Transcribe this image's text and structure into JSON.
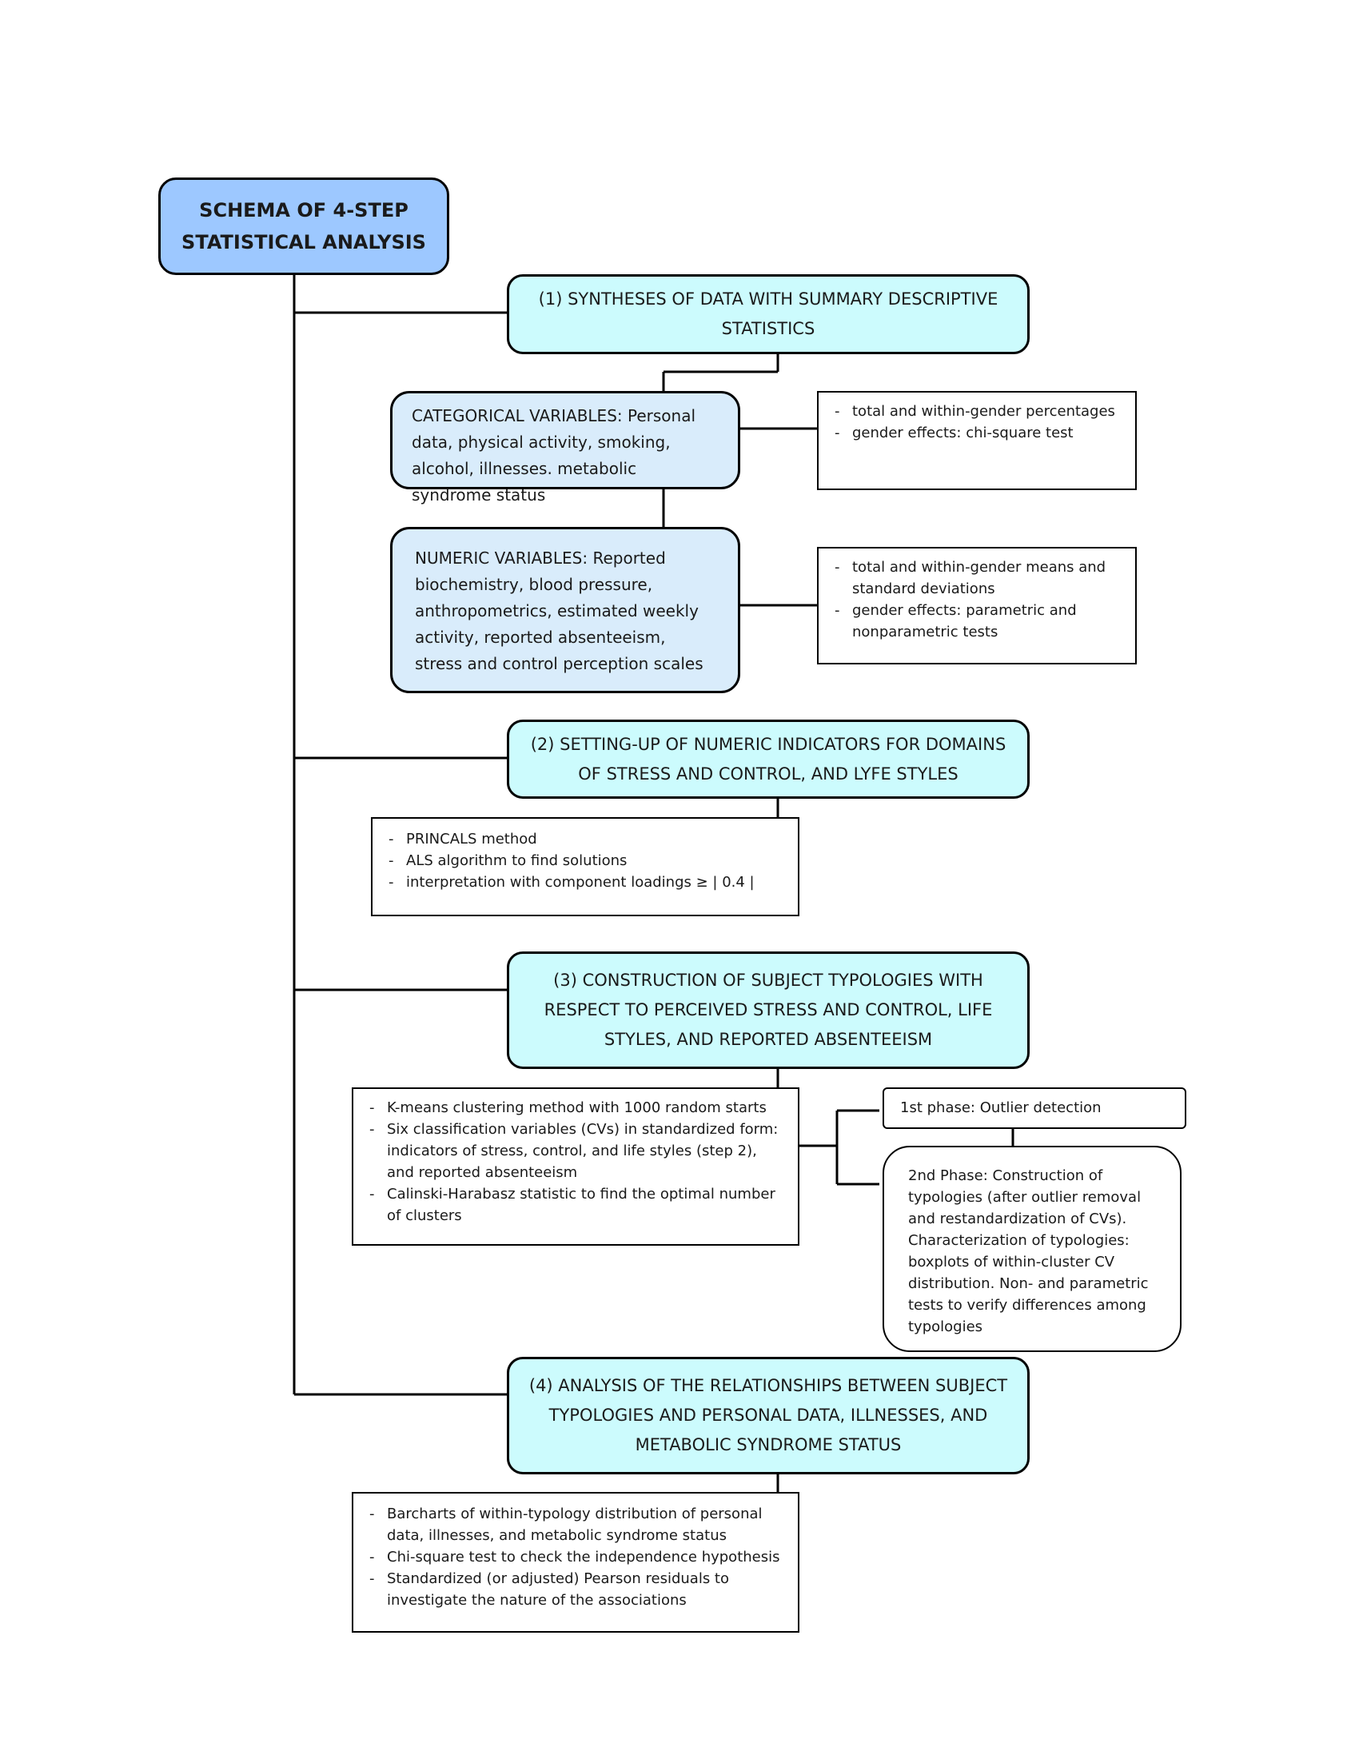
{
  "title": {
    "line1": "SCHEMA OF 4-STEP",
    "line2": "STATISTICAL ANALYSIS"
  },
  "step1": {
    "label": "(1) SYNTHESES OF DATA WITH SUMMARY DESCRIPTIVE STATISTICS",
    "categorical": {
      "heading": "CATEGORICAL VARIABLES:",
      "text": " Personal data, physical activity, smoking, alcohol, illnesses. metabolic syndrome status",
      "notes": [
        "total and within-gender percentages",
        "gender effects: chi-square test"
      ]
    },
    "numeric": {
      "heading": "NUMERIC VARIABLES:",
      "text": " Reported biochemistry, blood pressure, anthropometrics, estimated weekly activity, reported absenteeism, stress and control perception scales",
      "notes": [
        "total and within-gender means and standard deviations",
        "gender effects: parametric and nonparametric tests"
      ]
    }
  },
  "step2": {
    "label": "(2) SETTING-UP OF NUMERIC INDICATORS FOR DOMAINS OF STRESS AND CONTROL, AND LYFE STYLES",
    "notes": [
      "PRINCALS method",
      "ALS algorithm to find solutions",
      "interpretation with component loadings ≥ | 0.4 |"
    ]
  },
  "step3": {
    "label": "(3) CONSTRUCTION OF SUBJECT TYPOLOGIES WITH RESPECT TO PERCEIVED STRESS AND CONTROL, LIFE STYLES, AND REPORTED ABSENTEEISM",
    "notes": [
      "K-means clustering method with 1000 random starts",
      "Six classification variables (CVs) in standardized form: indicators of stress, control, and life styles (step 2), and reported absenteeism",
      "Calinski-Harabasz statistic to find the optimal number of clusters"
    ],
    "phase1": "1st phase: Outlier detection",
    "phase2": "2nd Phase: Construction of typologies (after outlier removal and restandardization of CVs). Characterization of typologies: boxplots of within-cluster CV distribution. Non- and parametric tests to verify differences among typologies"
  },
  "step4": {
    "label": "(4) ANALYSIS OF THE RELATIONSHIPS BETWEEN SUBJECT TYPOLOGIES AND PERSONAL DATA, ILLNESSES, AND METABOLIC SYNDROME STATUS",
    "notes": [
      "Barcharts of within-typology distribution of personal data, illnesses, and metabolic syndrome status",
      "Chi-square test to check the independence hypothesis",
      "Standardized (or adjusted) Pearson residuals to investigate the nature of the associations"
    ]
  }
}
